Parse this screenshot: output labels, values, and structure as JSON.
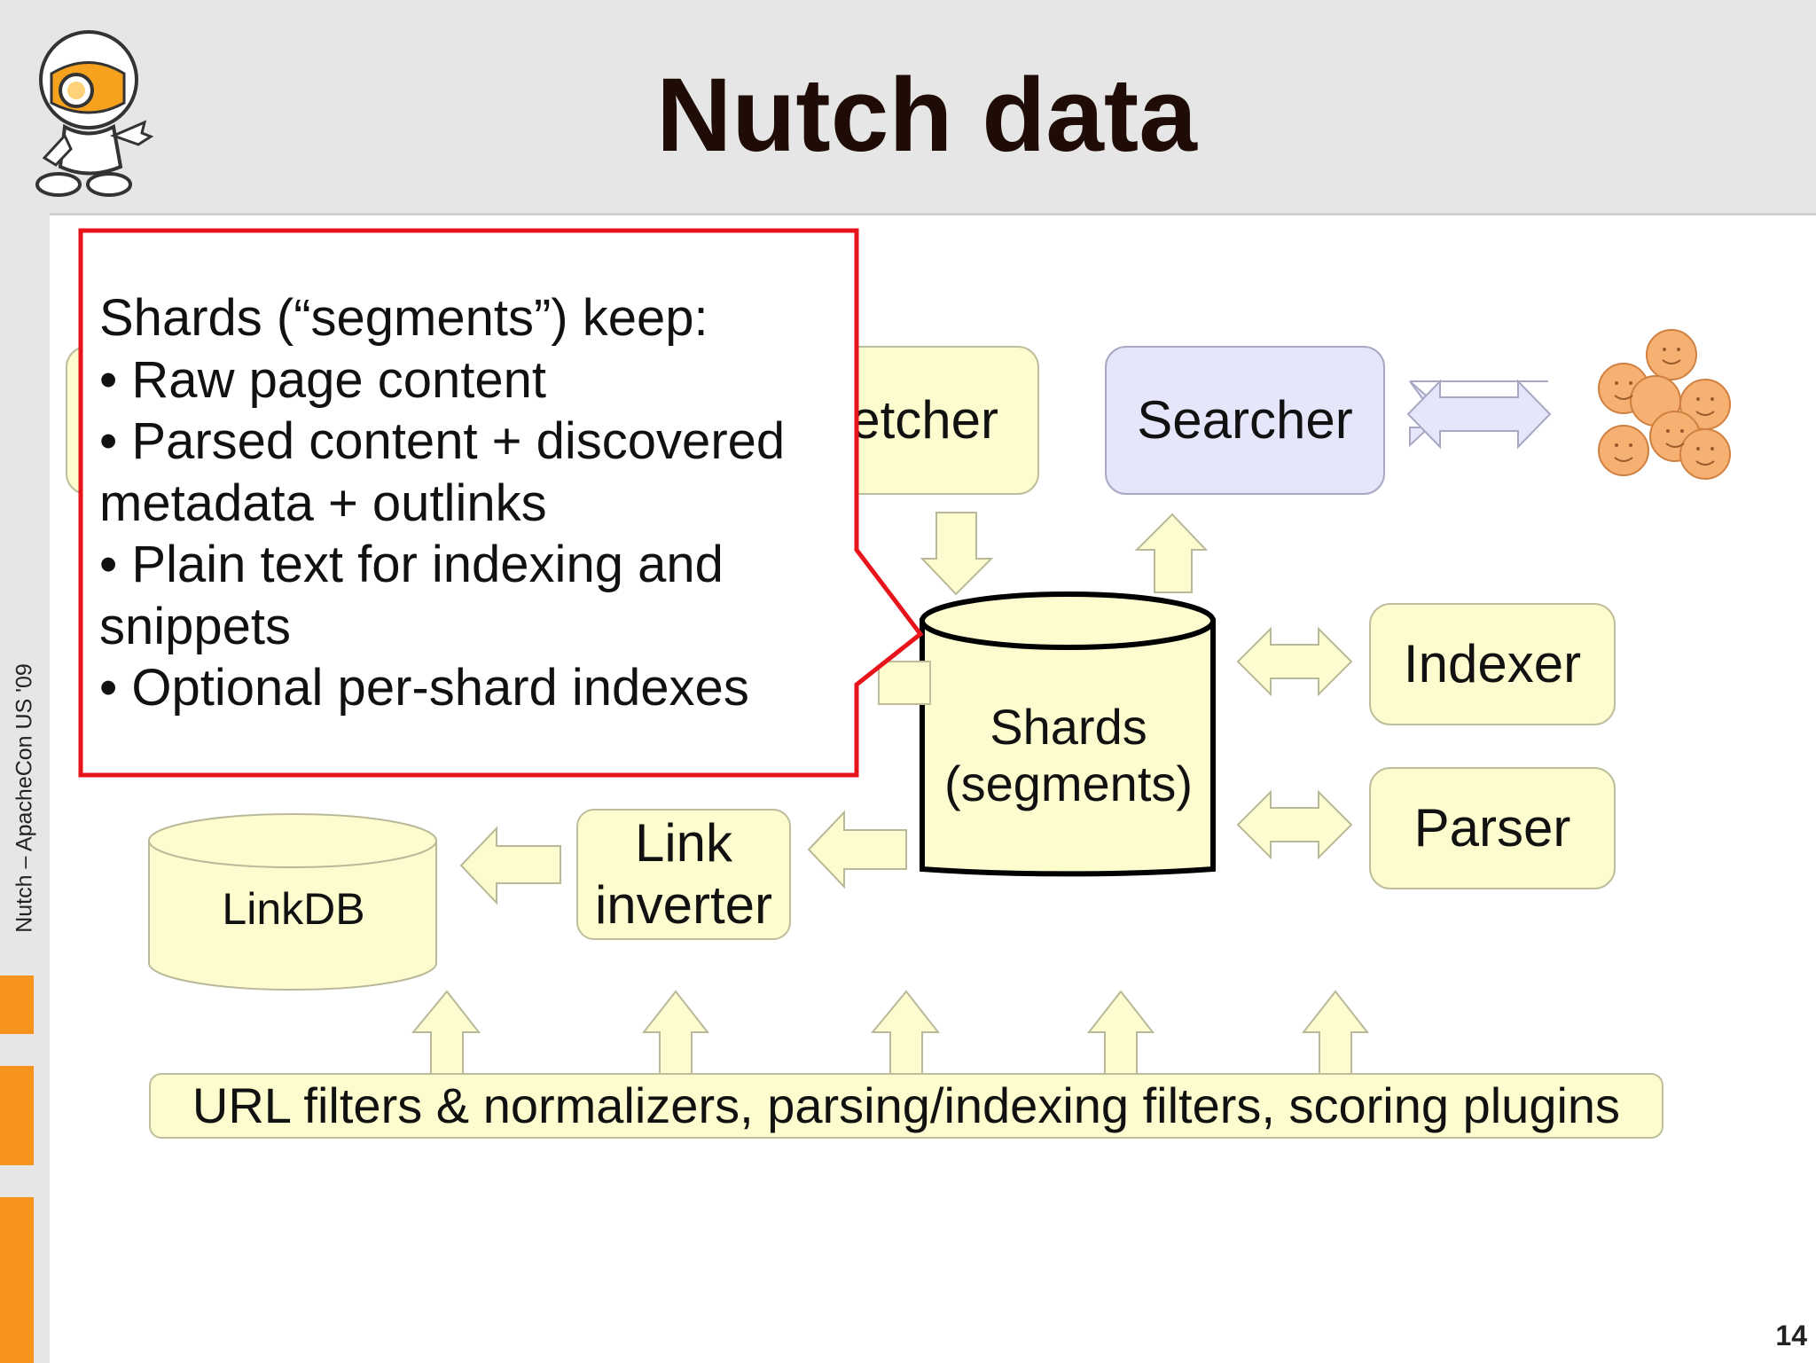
{
  "slide": {
    "title": "Nutch data",
    "sidebar_text": "Nutch – ApacheCon US '09",
    "page_number": "14"
  },
  "diagram": {
    "fetcher_label": "Fetcher",
    "searcher_label": "Searcher",
    "indexer_label": "Indexer",
    "parser_label": "Parser",
    "shards_line1": "Shards",
    "shards_line2": "(segments)",
    "link_inverter_line1": "Link",
    "link_inverter_line2": "inverter",
    "linkdb_label": "LinkDB",
    "filters_label": "URL filters & normalizers, parsing/indexing filters, scoring plugins"
  },
  "callout": {
    "lines": [
      "Shards (“segments”) keep:",
      "• Raw page content",
      "• Parsed content + discovered",
      "metadata + outlinks",
      "• Plain text for indexing and",
      "snippets",
      "• Optional per-shard indexes"
    ],
    "border_color": "#e8141b"
  },
  "colors": {
    "box_fill": "#fdfccf",
    "searcher_fill": "#e6e6fb",
    "arrow_searcher": "#e6e6fb",
    "orange": "#f7941d",
    "title": "#1f0c06"
  }
}
